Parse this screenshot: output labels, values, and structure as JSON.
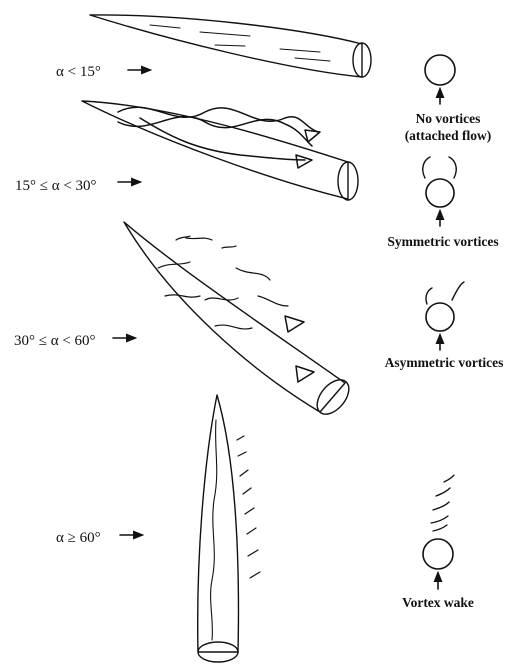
{
  "regimes": [
    {
      "condition": "α < 15°",
      "caption_lines": [
        "No vortices",
        "(attached flow)"
      ]
    },
    {
      "condition": "15° ≤ α < 30°",
      "caption_lines": [
        "Symmetric vortices"
      ]
    },
    {
      "condition": "30° ≤ α < 60°",
      "caption_lines": [
        "Asymmetric vortices"
      ]
    },
    {
      "condition": "α ≥ 60°",
      "caption_lines": [
        "Vortex wake"
      ]
    }
  ],
  "colors": {
    "ink": "#111111",
    "background": "#ffffff"
  }
}
